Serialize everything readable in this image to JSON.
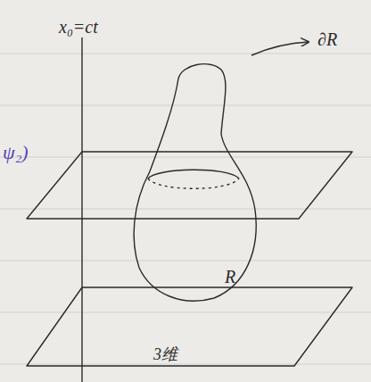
{
  "diagram": {
    "labels": [
      "x₀=ct",
      "∂R",
      "ψ₂)",
      "R",
      "3维"
    ]
  }
}
